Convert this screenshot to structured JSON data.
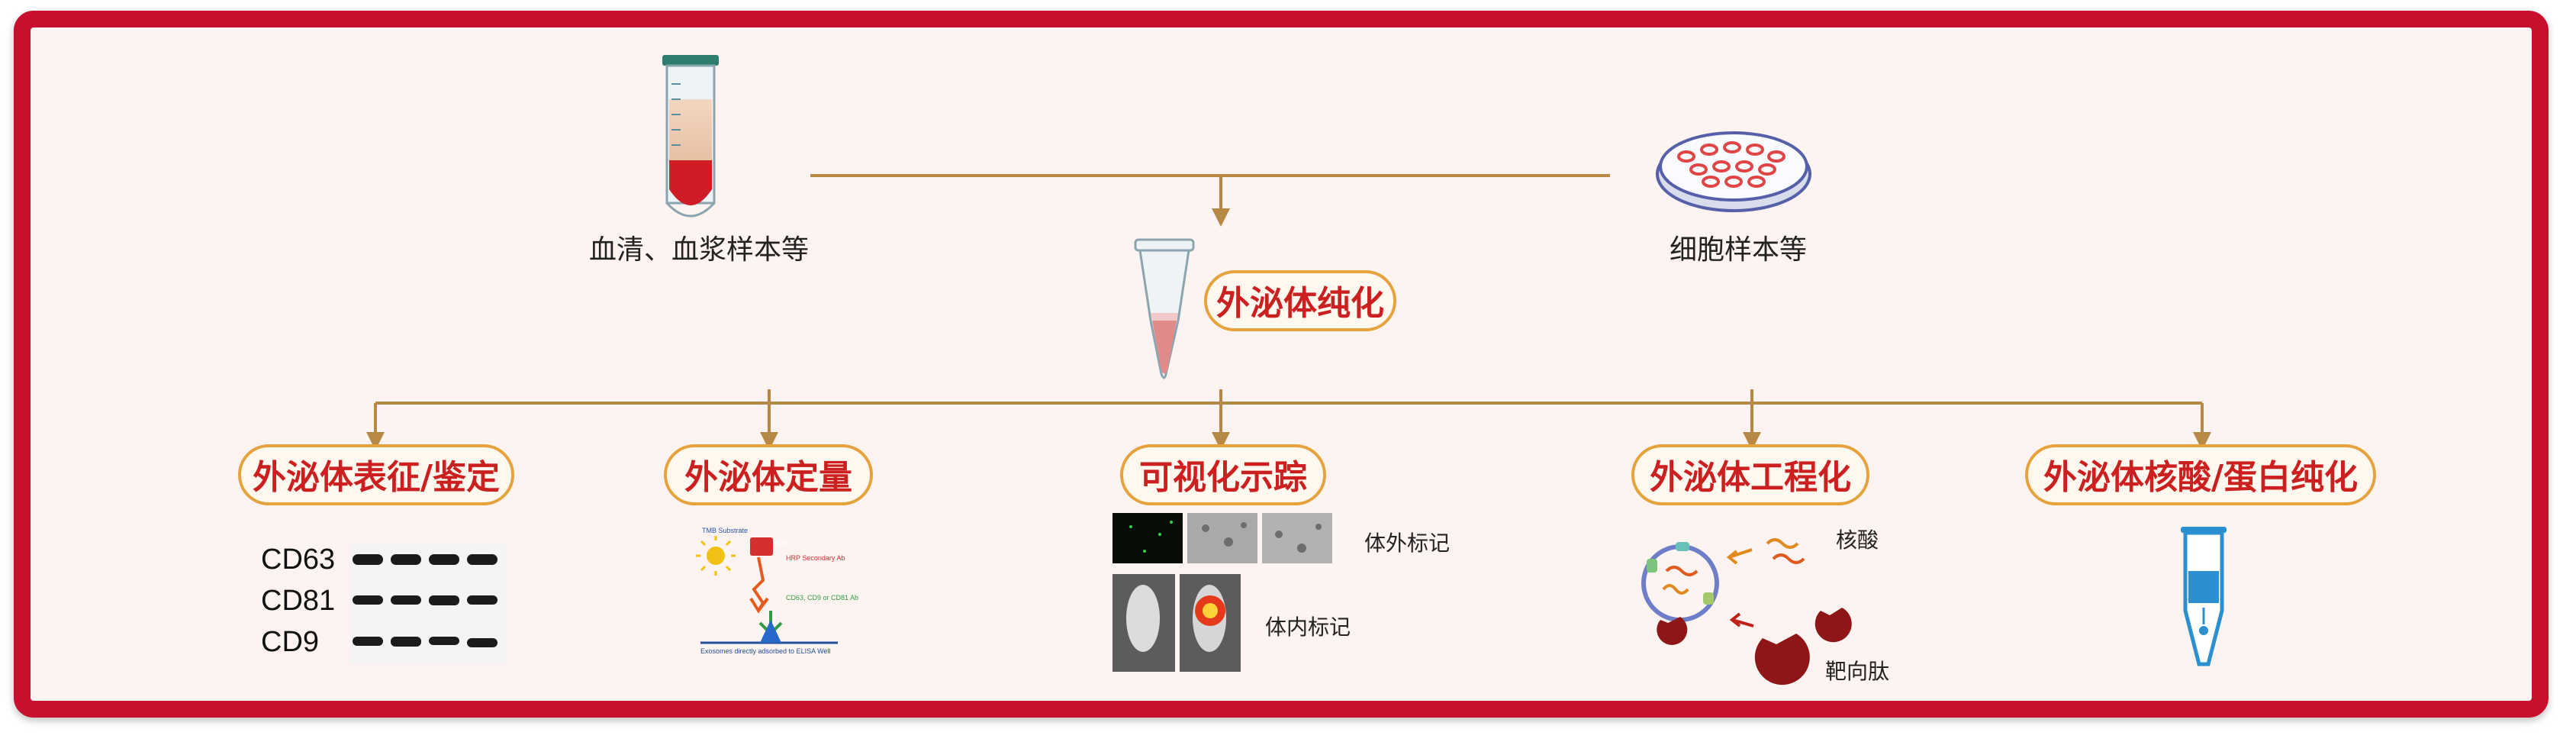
{
  "sources": {
    "serum_label": "血清、血浆样本等",
    "cell_label": "细胞样本等"
  },
  "purification": {
    "label": "外泌体纯化"
  },
  "branches": [
    {
      "label": "外泌体表征/鉴定"
    },
    {
      "label": "外泌体定量"
    },
    {
      "label": "可视化示踪"
    },
    {
      "label": "外泌体工程化"
    },
    {
      "label": "外泌体核酸/蛋白纯化"
    }
  ],
  "western_blot": {
    "rows": [
      "CD63",
      "CD81",
      "CD9"
    ]
  },
  "elisa_schematic": {
    "substrate": "TMB Substrate",
    "hrp": "HRP",
    "secondary": "HRP Secondary Ab",
    "primary": "CD63, CD9 or CD81 Ab",
    "base": "Exosomes directly adsorbed to ELISA Well"
  },
  "tracking": {
    "in_vitro": "体外标记",
    "in_vivo": "体内标记"
  },
  "engineering": {
    "nucleic": "核酸",
    "peptide": "靶向肽"
  },
  "colors": {
    "frame": "#c8102e",
    "connector": "#b88945",
    "pill_border": "#e6a23c",
    "pill_text": "#cc1f1f"
  }
}
